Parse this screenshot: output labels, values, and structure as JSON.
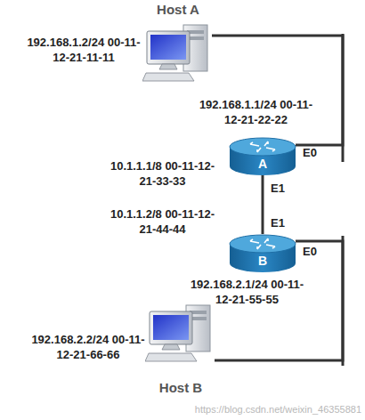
{
  "diagram": {
    "nodes": [
      {
        "text": [
          "Host A",
          "192.168.1.2/24 00-11-12-21-11-11"
        ]
      },
      {
        "text": [
          "A"
        ]
      },
      {
        "text": [
          "B"
        ]
      },
      {
        "text": [
          "Host B",
          "192.168.2.2/24 00-11-12-21-66-66"
        ]
      }
    ],
    "edges": [
      {
        "from": 0,
        "to": 1,
        "arrow": "none"
      },
      {
        "from": 1,
        "to": 2,
        "arrow": "none"
      },
      {
        "from": 2,
        "to": 3,
        "arrow": "none"
      }
    ],
    "labels": [
      "192.168.1.1/24 00-11-12-21-22-22",
      "E0",
      "10.1.1.1/8 00-11-12-21-33-33",
      "E1",
      "10.1.1.2/8 00-11-12-21-44-44",
      "E1",
      "E0",
      "192.168.2.1/24 00-11-12-21-55-55",
      "https://blog.csdn.net/weixin_46355881"
    ]
  }
}
